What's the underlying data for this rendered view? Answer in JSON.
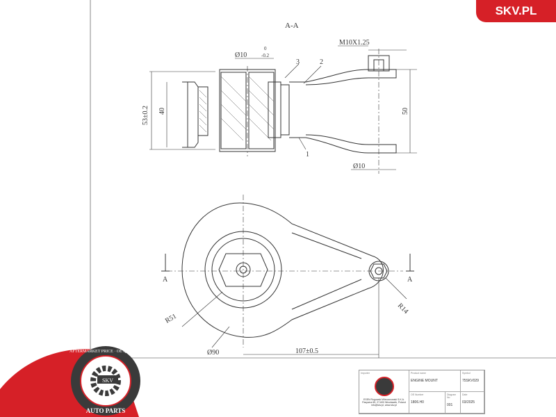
{
  "brand": {
    "logo_text": "SKV.PL",
    "accent_color": "#d62027"
  },
  "badge": {
    "ring_text": "AFTERMARKET PRICE · OE QUALITY",
    "center_text": "SKV",
    "bottom_text": "AUTO PARTS"
  },
  "section_view": {
    "title": "A-A",
    "labels": {
      "inner_diameter": "Ø10",
      "tolerance_upper": "0",
      "tolerance_lower": "-0.2",
      "thread": "M10X1.25",
      "part_1": "1",
      "part_2": "2",
      "part_3": "3",
      "height_outer": "53±0.2",
      "height_inner": "40",
      "height_right": "50",
      "bolt_diameter": "Ø10"
    }
  },
  "plan_view": {
    "labels": {
      "section_left": "A",
      "section_right": "A",
      "radius_large": "R51",
      "radius_small": "R14",
      "diameter": "Ø90",
      "center_distance": "107±0.5"
    }
  },
  "title_block": {
    "importer_label": "Importer",
    "importer_text": "ESEN Rogowski Wieczorowski S.K.A. Pasywna 65, 27-600 Wrocławek, Poland info@skv.pl, www.skv.pl",
    "product_name_label": "Product name",
    "product_name": "ENGINE MOUNT",
    "symbol_label": "Symbol",
    "symbol": "75SKV029",
    "oe_number_label": "OE Number",
    "oe_number": "1806.H0",
    "diagram_no_label": "Diagram No",
    "diagram_no": "001",
    "date_label": "Date",
    "date": "03/2025"
  }
}
